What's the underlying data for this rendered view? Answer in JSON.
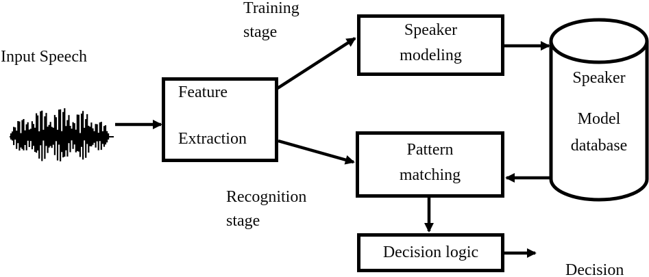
{
  "diagram": {
    "background": "#ffffff",
    "line_color": "#000000",
    "labels": {
      "input_speech": "Input Speech",
      "training_stage": {
        "line1": "Training",
        "line2": "stage"
      },
      "recognition_stage": {
        "line1": "Recognition",
        "line2": "stage"
      },
      "decision_output": "Decision"
    },
    "nodes": {
      "feature_extraction": {
        "line1": "Feature",
        "line2": "Extraction"
      },
      "speaker_modeling": {
        "line1": "Speaker",
        "line2": "modeling"
      },
      "pattern_matching": {
        "line1": "Pattern",
        "line2": "matching"
      },
      "decision_logic": {
        "label": "Decision logic"
      },
      "speaker_model_database": {
        "line1": "Speaker",
        "line2": "Model",
        "line3": "database"
      }
    },
    "icons": {
      "speech_waveform": "speech-waveform-icon",
      "database_cylinder": "database-cylinder-icon"
    }
  }
}
